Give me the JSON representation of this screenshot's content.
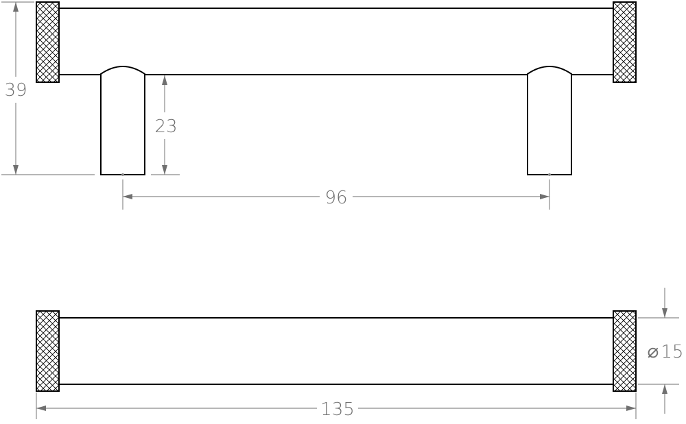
{
  "drawing": {
    "line_color": "#000000",
    "dimension_color": "#707070",
    "background": "#ffffff",
    "dimensions": {
      "overall_height": "39",
      "leg_height": "23",
      "hole_spacing": "96",
      "overall_length": "135",
      "diameter": "15",
      "diameter_symbol": "⌀"
    }
  }
}
